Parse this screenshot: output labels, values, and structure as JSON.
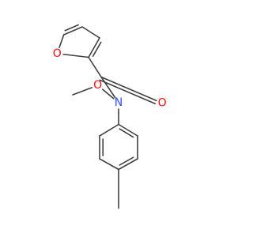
{
  "molecule": {
    "atoms": {
      "furan_oxygen": "O",
      "carbonyl_oxygen": "O",
      "amide_nitrogen": "N",
      "methoxy_oxygen": "O"
    },
    "colors": {
      "oxygen": "#ff0d0d",
      "nitrogen": "#3050f8",
      "carbon_bond": "#404040"
    }
  }
}
